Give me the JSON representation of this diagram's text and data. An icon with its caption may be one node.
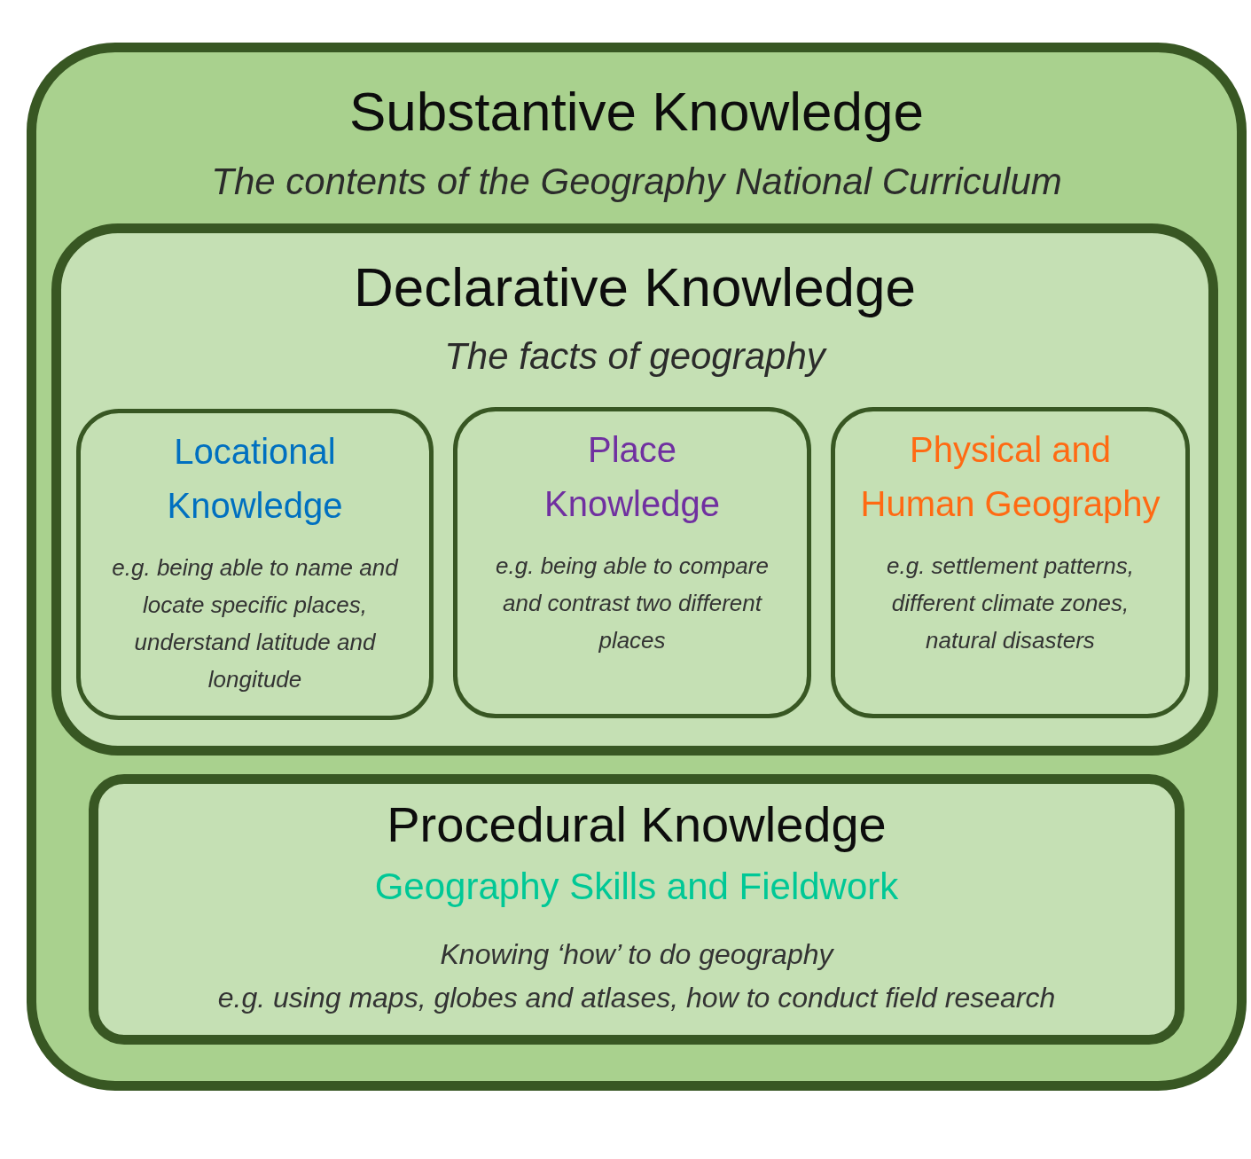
{
  "diagram": {
    "nodes": [
      {
        "text": [
          "Substantive Knowledge",
          "The contents of the Geography National Curriculum"
        ]
      },
      {
        "text": [
          "Declarative Knowledge",
          "The facts of geography"
        ],
        "in": 0
      },
      {
        "text": [
          "Locational Knowledge",
          "e.g. being able to name and locate specific places, understand latitude and longitude"
        ],
        "in": 1
      },
      {
        "text": [
          "Place Knowledge",
          "e.g. being able to compare and contrast two different places"
        ],
        "in": 1
      },
      {
        "text": [
          "Physical and Human Geography",
          "e.g. settlement patterns, different climate zones, natural disasters"
        ],
        "in": 1
      },
      {
        "text": [
          "Procedural Knowledge",
          "Geography Skills and Fieldwork",
          "Knowing ‘how’ to do geography",
          "e.g. using maps, globes and atlases, how to conduct field research"
        ],
        "in": 0
      }
    ]
  }
}
